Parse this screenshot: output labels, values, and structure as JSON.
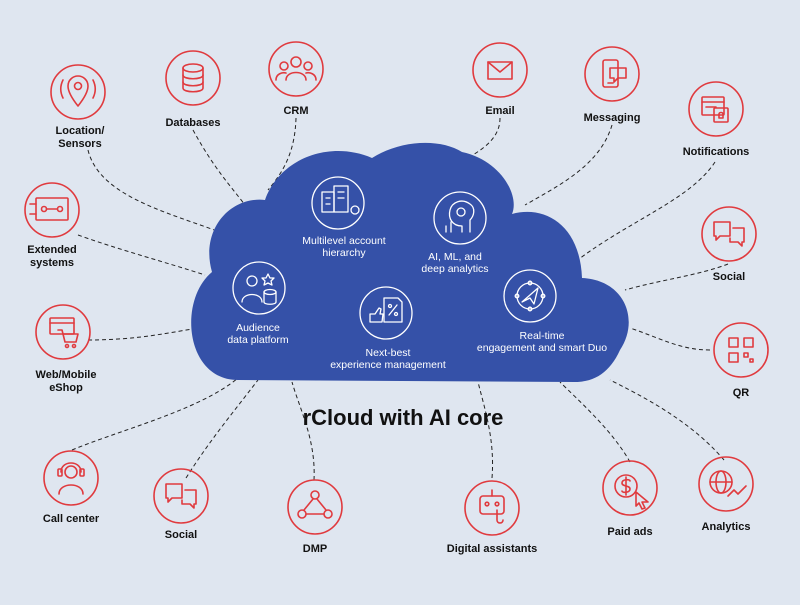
{
  "title": "rCloud with AI core",
  "colors": {
    "background": "#dfe6f0",
    "cloud": "#3551a8",
    "accent": "#e03a3e"
  },
  "cloud_items": {
    "account": {
      "line1": "Multilevel account",
      "line2": "hierarchy",
      "icon": "buildings-icon"
    },
    "ai": {
      "line1": "AI, ML, and",
      "line2": "deep analytics",
      "icon": "brain-icon"
    },
    "audience": {
      "line1": "Audience",
      "line2": "data platform",
      "icon": "audience-icon"
    },
    "nextbest": {
      "line1": "Next-best",
      "line2": "experience management",
      "icon": "tag-icon"
    },
    "realtime": {
      "line1": "Real-time",
      "line2": "engagement and smart Duo",
      "icon": "network-icon"
    }
  },
  "nodes": {
    "location": {
      "line1": "Location/",
      "line2": "Sensors",
      "icon": "location-pin-icon"
    },
    "databases": {
      "line1": "Databases",
      "icon": "database-icon"
    },
    "crm": {
      "line1": "CRM",
      "icon": "people-icon"
    },
    "email": {
      "line1": "Email",
      "icon": "envelope-icon"
    },
    "messaging": {
      "line1": "Messaging",
      "icon": "phone-chat-icon"
    },
    "notifications": {
      "line1": "Notifications",
      "icon": "notification-icon"
    },
    "extended": {
      "line1": "Extended",
      "line2": "systems",
      "icon": "circuit-icon"
    },
    "social_right": {
      "line1": "Social",
      "icon": "chat-bubbles-icon"
    },
    "webshop": {
      "line1": "Web/Mobile",
      "line2": "eShop",
      "icon": "shopping-cart-icon"
    },
    "qr": {
      "line1": "QR",
      "icon": "qr-code-icon"
    },
    "callcenter": {
      "line1": "Call center",
      "icon": "headset-icon"
    },
    "social_left": {
      "line1": "Social",
      "icon": "chat-bubbles-icon"
    },
    "dmp": {
      "line1": "DMP",
      "icon": "network-people-icon"
    },
    "assistants": {
      "line1": "Digital assistants",
      "icon": "robot-icon"
    },
    "paidads": {
      "line1": "Paid ads",
      "icon": "dollar-click-icon"
    },
    "analytics": {
      "line1": "Analytics",
      "icon": "globe-chart-icon"
    }
  }
}
